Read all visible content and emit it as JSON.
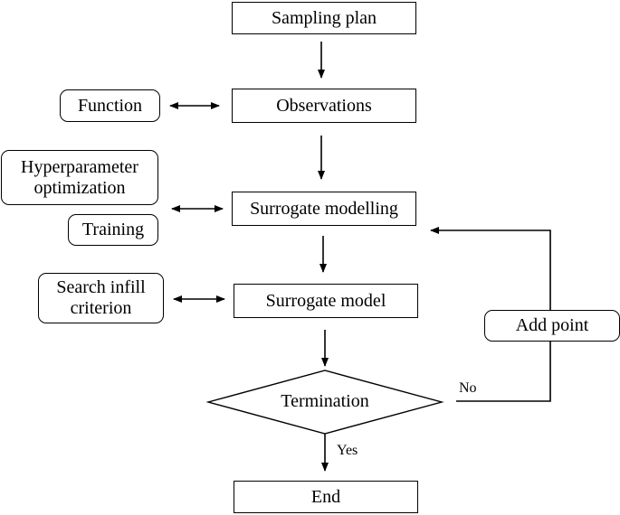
{
  "flowchart": {
    "nodes": {
      "sampling_plan": "Sampling plan",
      "observations": "Observations",
      "surrogate_modelling": "Surrogate modelling",
      "surrogate_model": "Surrogate model",
      "termination": "Termination",
      "end": "End",
      "function": "Function",
      "hyperparameter_optimization": "Hyperparameter optimization",
      "training": "Training",
      "search_infill_criterion": "Search infill criterion",
      "add_point": "Add point"
    },
    "edge_labels": {
      "yes": "Yes",
      "no": "No"
    },
    "colors": {
      "stroke": "#000000",
      "background": "#ffffff"
    }
  }
}
